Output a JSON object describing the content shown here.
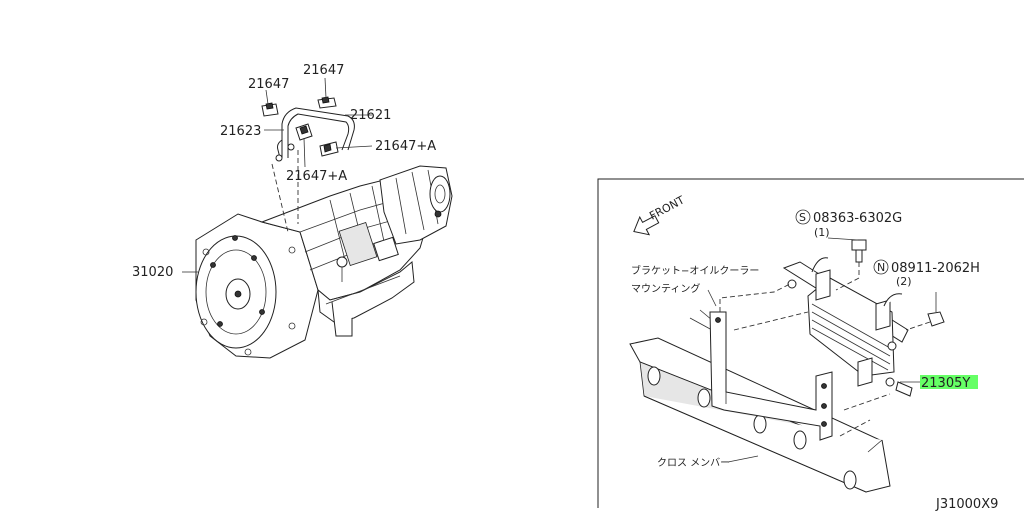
{
  "labels": {
    "p21647_a": "21647",
    "p21647_b": "21647",
    "p21621": "21621",
    "p21623": "21623",
    "p21647A_a": "21647+A",
    "p21647A_b": "21647+A",
    "p31020": "31020",
    "front": "FRONT",
    "bolt_code": "08363-6302G",
    "bolt_qty": "(1)",
    "nut_code": "08911-2062H",
    "nut_qty": "(2)",
    "bracket_jp_1": "ブラケット−オイルクーラー",
    "bracket_jp_2": "マウンティング",
    "cooler_part": "21305Y",
    "crossmember_jp": "クロス メンバー",
    "diagram_id": "J31000X9",
    "bolt_prefix": "S",
    "nut_prefix": "N"
  },
  "colors": {
    "highlight": "#66ff66",
    "line": "#222222"
  }
}
